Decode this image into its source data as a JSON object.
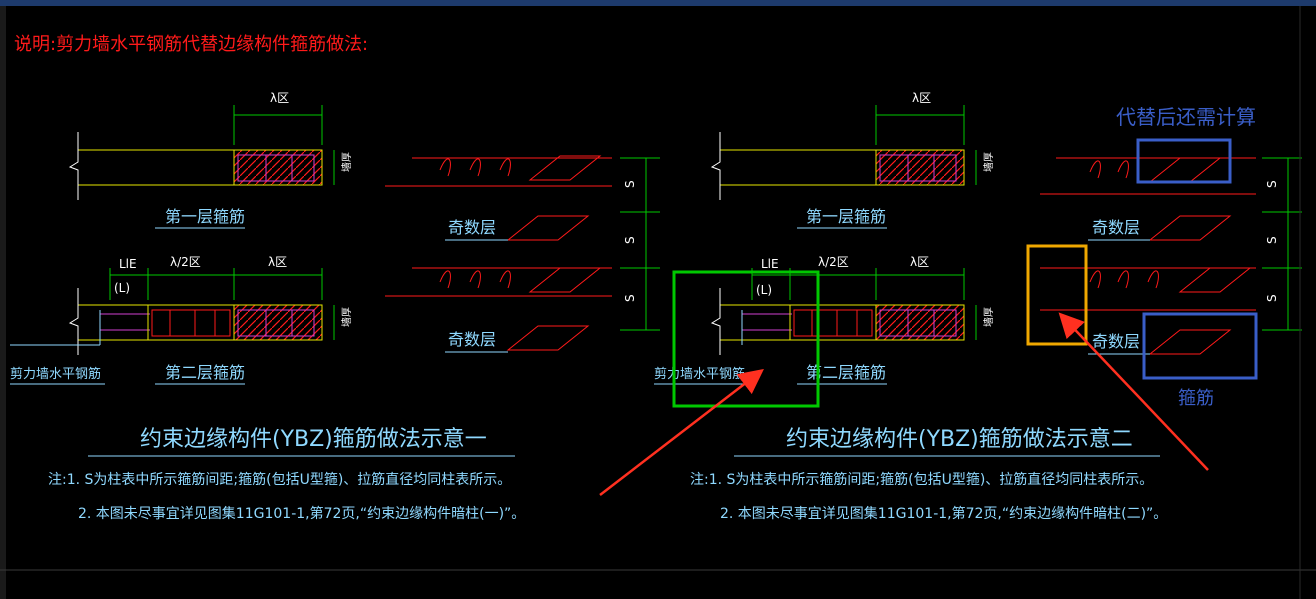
{
  "header": {
    "description": "说明:剪力墙水平钢筋代替边缘构件箍筋做法:"
  },
  "labels": {
    "zone_lambda": "λ区",
    "zone_half_lambda": "λ/2区",
    "lie": "LlE",
    "l_paren": "(L)",
    "wall_thickness": "墙厚",
    "spacing_s": "S",
    "first_layer": "第一层箍筋",
    "second_layer": "第二层箍筋",
    "odd_layer": "奇数层",
    "shear_wall_rebar": "剪力墙水平钢筋"
  },
  "diagram1": {
    "title": "约束边缘构件(YBZ)箍筋做法示意一",
    "note1": "注:1. S为柱表中所示箍筋间距;箍筋(包括U型箍)、拉筋直径均同柱表所示。",
    "note2": "2. 本图未尽事宜详见图集11G101-1,第72页,“约束边缘构件暗柱(一)”。"
  },
  "diagram2": {
    "title": "约束边缘构件(YBZ)箍筋做法示意二",
    "note1": "注:1. S为柱表中所示箍筋间距;箍筋(包括U型箍)、拉筋直径均同柱表所示。",
    "note2": "2. 本图未尽事宜详见图集11G101-1,第72页,“约束边缘构件暗柱(二)”。"
  },
  "annotations": {
    "need_calc": "代替后还需计算",
    "stirrup": "箍筋"
  },
  "colors": {
    "background": "#000000",
    "red": "#ff1a1a",
    "yellow": "#e6e600",
    "cyan": "#8fd9ff",
    "green": "#00c800",
    "magenta": "#d040d0",
    "white": "#ffffff",
    "orange": "#f0a800",
    "blue": "#3a5ec8",
    "arrow": "#ff3020"
  }
}
